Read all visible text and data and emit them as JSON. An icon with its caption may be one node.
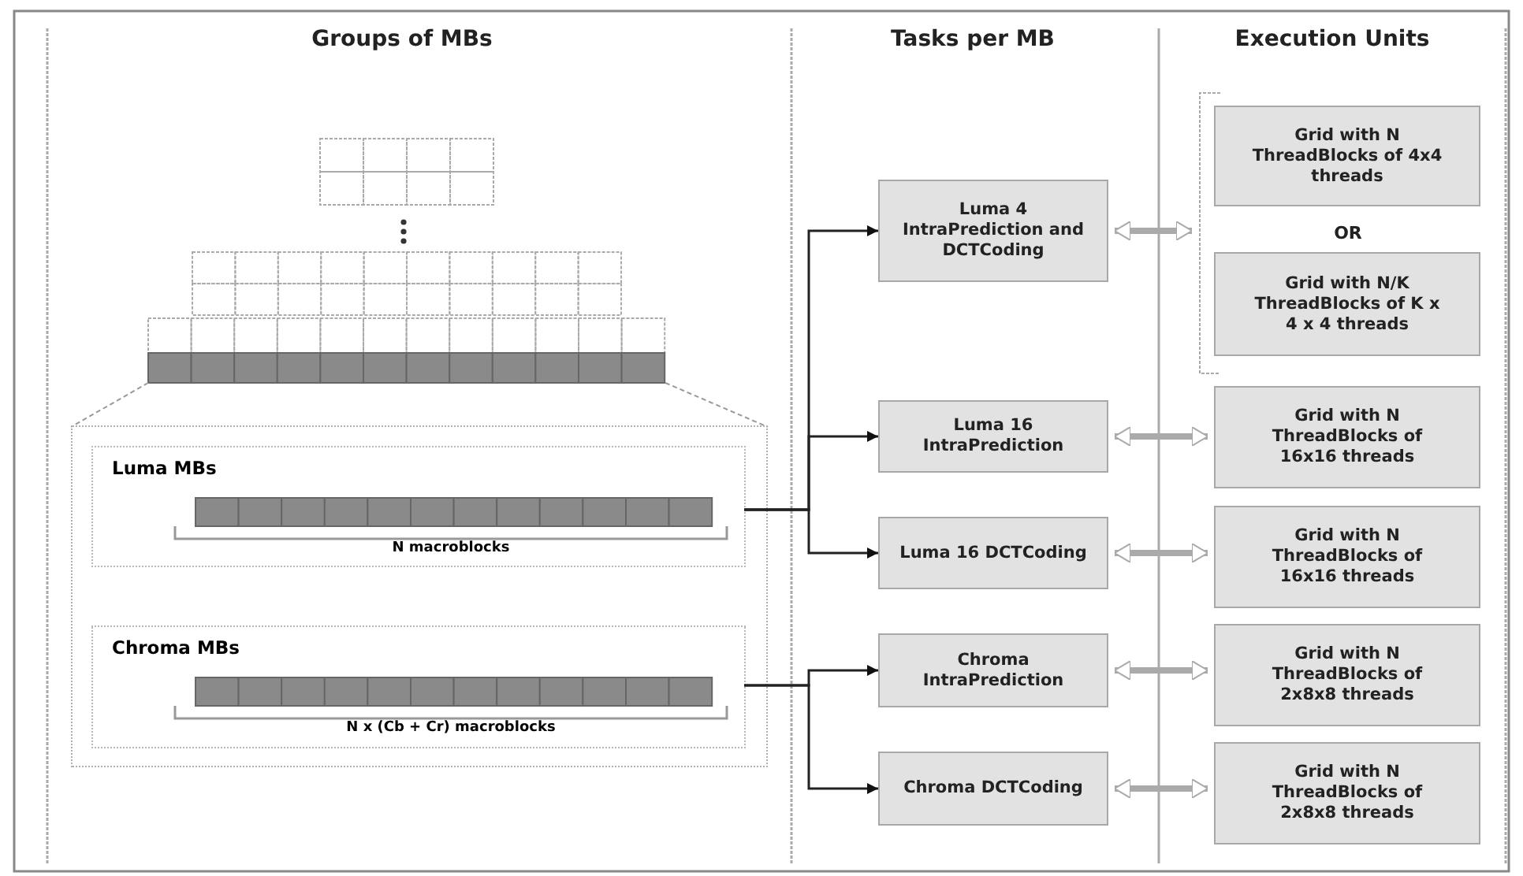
{
  "diagram": {
    "nodes": [
      {
        "text": [],
        "shape": "box"
      },
      {
        "text": [
          "Luma MBs",
          "N macroblocks"
        ],
        "in": 0
      },
      {
        "text": [
          "Chroma MBs",
          "N x (Cb + Cr) macroblocks"
        ],
        "in": 0
      },
      {
        "text": [
          "Luma 4 IntraPrediction and DCTCoding"
        ]
      },
      {
        "text": [
          "Luma 16 IntraPrediction"
        ]
      },
      {
        "text": [
          "Luma 16 DCTCoding"
        ]
      },
      {
        "text": [
          "Chroma IntraPrediction"
        ]
      },
      {
        "text": [
          "Chroma DCTCoding"
        ]
      },
      {
        "text": [],
        "shape": "box"
      },
      {
        "text": [
          "Grid with N ThreadBlocks of 4x4 threads"
        ],
        "in": 8
      },
      {
        "text": [
          "Grid with N/K ThreadBlocks of K x 4 x 4 threads"
        ],
        "in": 8
      },
      {
        "text": [
          "Grid with N ThreadBlocks of 16x16 threads"
        ]
      },
      {
        "text": [
          "Grid with N ThreadBlocks of 16x16 threads"
        ]
      },
      {
        "text": [
          "Grid with N ThreadBlocks of 2x8x8 threads"
        ]
      },
      {
        "text": [
          "Grid with N ThreadBlocks of 2x8x8 threads"
        ]
      }
    ],
    "edges": [
      {
        "from": 1,
        "to": 3,
        "arrow": "to"
      },
      {
        "from": 1,
        "to": 4,
        "arrow": "to"
      },
      {
        "from": 1,
        "to": 5,
        "arrow": "to"
      },
      {
        "from": 2,
        "to": 6,
        "arrow": "to"
      },
      {
        "from": 2,
        "to": 7,
        "arrow": "to"
      },
      {
        "from": 3,
        "to": 8,
        "arrow": "both",
        "style": "thick",
        "color": "#aaaaaa"
      },
      {
        "from": 4,
        "to": 11,
        "arrow": "both",
        "style": "thick",
        "color": "#aaaaaa"
      },
      {
        "from": 5,
        "to": 12,
        "arrow": "both",
        "style": "thick",
        "color": "#aaaaaa"
      },
      {
        "from": 6,
        "to": 13,
        "arrow": "both",
        "style": "thick",
        "color": "#aaaaaa"
      },
      {
        "from": 7,
        "to": 14,
        "arrow": "both",
        "style": "thick",
        "color": "#aaaaaa"
      }
    ],
    "labels": [
      "Groups of MBs",
      "Tasks per MB",
      "Execution Units",
      "OR"
    ]
  }
}
